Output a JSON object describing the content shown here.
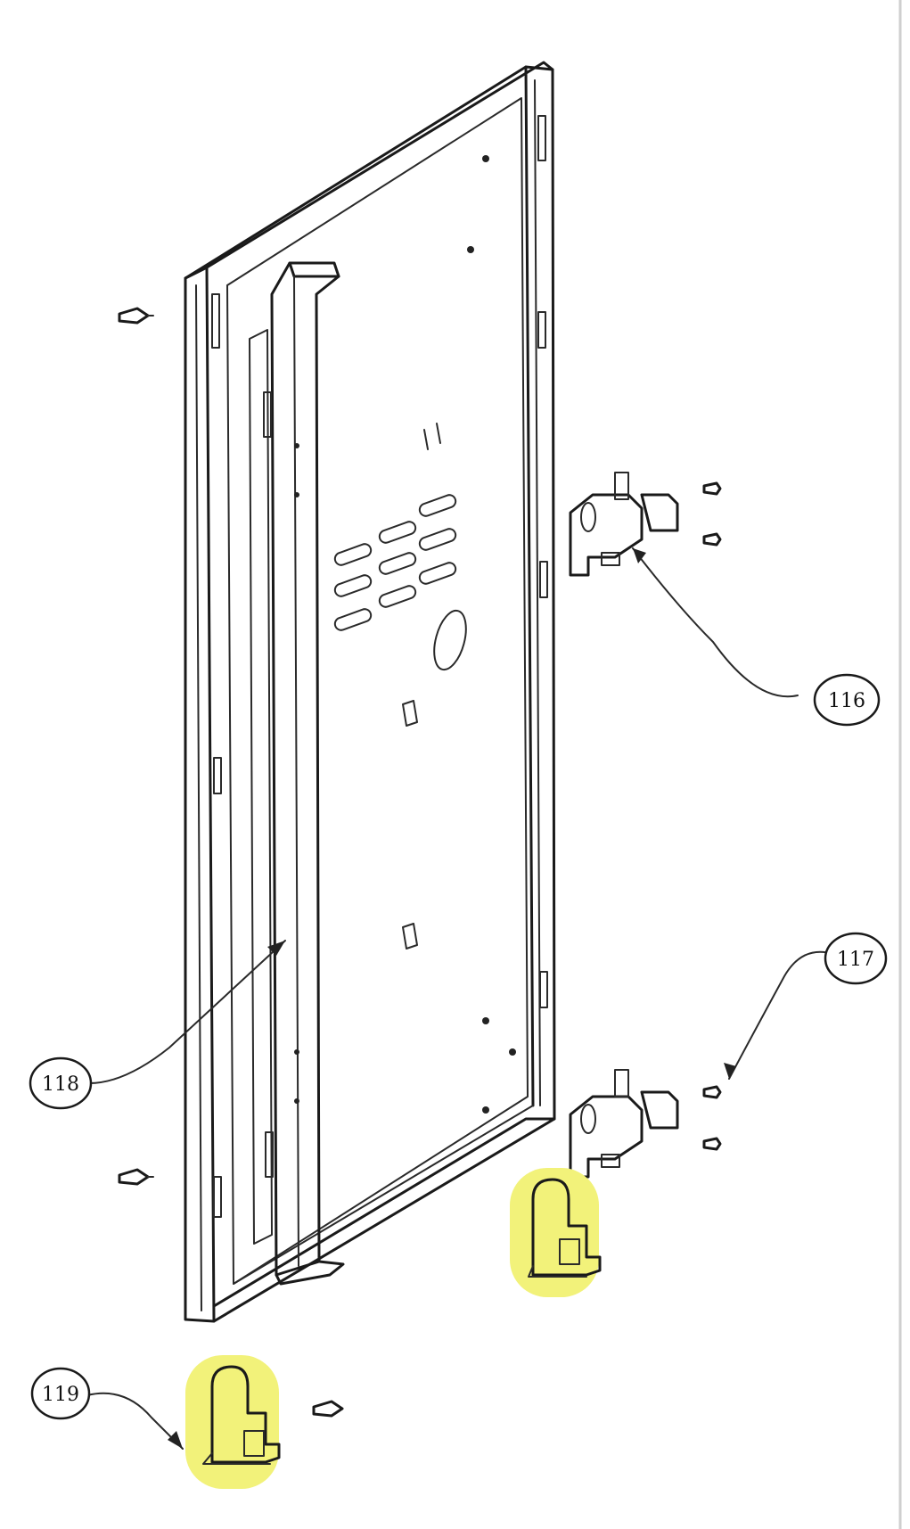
{
  "diagram": {
    "callouts": [
      {
        "id": "c116",
        "label": "116"
      },
      {
        "id": "c117",
        "label": "117"
      },
      {
        "id": "c118",
        "label": "118"
      },
      {
        "id": "c119",
        "label": "119"
      }
    ],
    "colors": {
      "line": "#1a1a1a",
      "highlight": "#f2f27a",
      "background": "#ffffff"
    }
  }
}
